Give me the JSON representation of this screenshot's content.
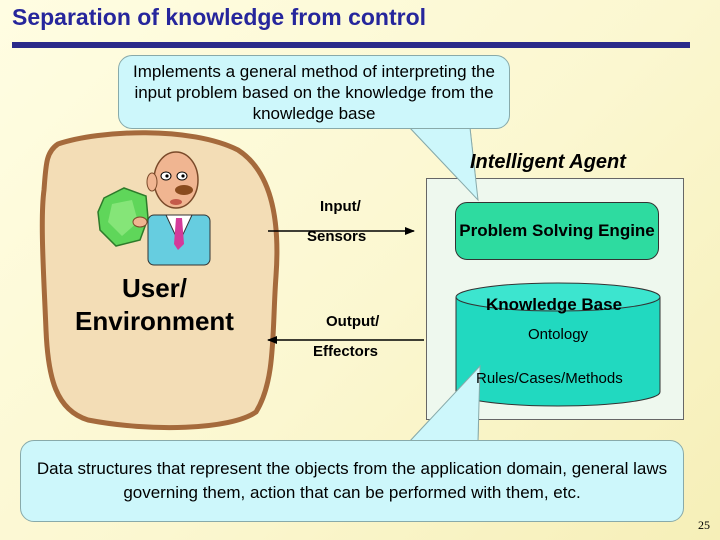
{
  "title": "Separation of knowledge from control",
  "callout_top": "Implements a general method of interpreting the input problem based on the knowledge from the knowledge base",
  "callout_bottom": "Data structures that represent the objects from the application domain, general laws governing them, action that can be performed with them, etc.",
  "agent_label": "Intelligent Agent",
  "problem_solving_engine": "Problem Solving Engine",
  "knowledge_base": {
    "title": "Knowledge Base",
    "ontology": "Ontology",
    "rules": "Rules/Cases/Methods"
  },
  "input_label": {
    "line1": "Input/",
    "line2": "Sensors"
  },
  "output_label": {
    "line1": "Output/",
    "line2": "Effectors"
  },
  "user_env": {
    "line1": "User/",
    "line2": "Environment"
  },
  "page_number": "25",
  "colors": {
    "title": "#26269c",
    "callout_fill": "#cdf7fb",
    "engine_fill": "#2edba0",
    "kb_fill": "#21d9c0",
    "blob_fill": "#f3ddb6",
    "blob_stroke": "#a56a3c",
    "agent_fill": "#eef8ee"
  }
}
